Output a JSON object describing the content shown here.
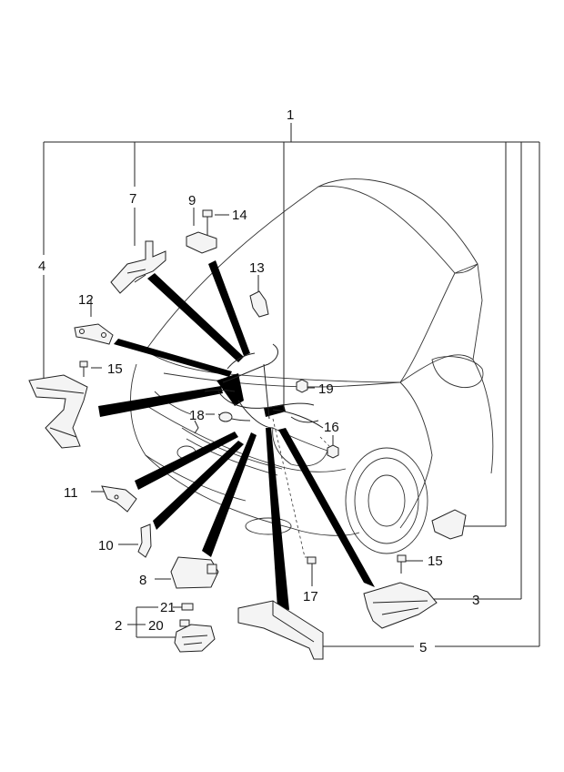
{
  "callouts": {
    "c1": "1",
    "c2": "2",
    "c3": "3",
    "c4": "4",
    "c5": "5",
    "c7": "7",
    "c8": "8",
    "c9": "9",
    "c10": "10",
    "c11": "11",
    "c12": "12",
    "c13": "13",
    "c14": "14",
    "c15a": "15",
    "c15b": "15",
    "c16": "16",
    "c17": "17",
    "c18": "18",
    "c19": "19",
    "c20": "20",
    "c21": "21"
  },
  "colors": {
    "ink": "#111111",
    "line": "#222222",
    "background": "#ffffff"
  }
}
